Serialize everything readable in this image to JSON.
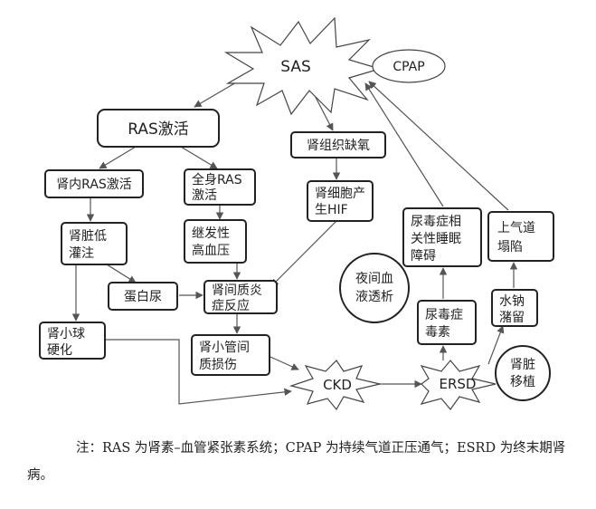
{
  "nodes": {
    "sas": "SAS",
    "cpap": "CPAP",
    "ras": "RAS激活",
    "renal_hypoxia": "肾组织缺氧",
    "intrarenal_ras": "肾内RAS激活",
    "systemic_ras": [
      "全身RAS",
      "激活"
    ],
    "hif": [
      "肾细胞产",
      "生HIF"
    ],
    "renal_hypoperfusion": [
      "肾脏低",
      "灌注"
    ],
    "secondary_hypertension": [
      "继发性",
      "高血压"
    ],
    "uremia_sleep": [
      "尿毒症相",
      "关性睡眠",
      "障碍"
    ],
    "airway_collapse": [
      "上气道",
      "塌陷"
    ],
    "nocturnal_dialysis": [
      "夜间血",
      "液透析"
    ],
    "proteinuria": "蛋白尿",
    "interstitial_inflammation": [
      "肾间质炎",
      "症反应"
    ],
    "uremic_toxin": [
      "尿毒症",
      "毒素"
    ],
    "sodium_retention": [
      "水钠",
      "潴留"
    ],
    "glomerulosclerosis": [
      "肾小球",
      "硬化"
    ],
    "tubular_injury": [
      "肾小管间",
      "质损伤"
    ],
    "ckd": "CKD",
    "esrd": "ERSD",
    "transplant": [
      "肾脏",
      "移植"
    ]
  },
  "caption": {
    "line": "注：RAS 为肾素–血管紧张素系统；CPAP 为持续气道正压通气；ESRD 为终末期肾病。"
  }
}
